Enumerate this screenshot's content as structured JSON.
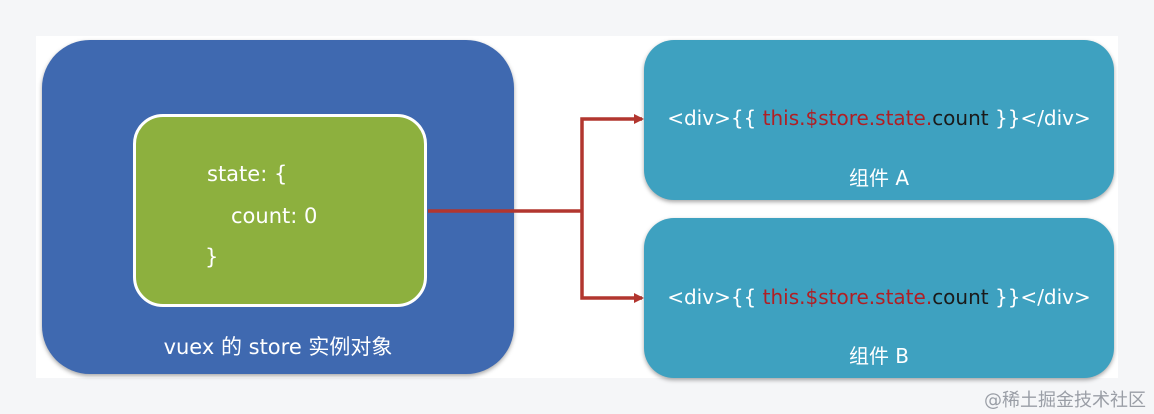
{
  "store": {
    "label": "vuex 的 store 实例对象",
    "state_open": "state: {",
    "state_field": "count: 0",
    "state_close": "}"
  },
  "components": [
    {
      "code_open": "<div>{{ ",
      "code_this": "this.$store.state.",
      "code_count": "count",
      "code_close": " }}</div>",
      "name": "组件 A"
    },
    {
      "code_open": "<div>{{ ",
      "code_this": "this.$store.state.",
      "code_count": "count",
      "code_close": " }}</div>",
      "name": "组件 B"
    }
  ],
  "watermark": "@稀土掘金技术社区",
  "colors": {
    "store_box": "#3f69b0",
    "state_box": "#8db03e",
    "component_box": "#3ea1c0",
    "arrow": "#b2362f",
    "code_highlight": "#b01f24"
  }
}
